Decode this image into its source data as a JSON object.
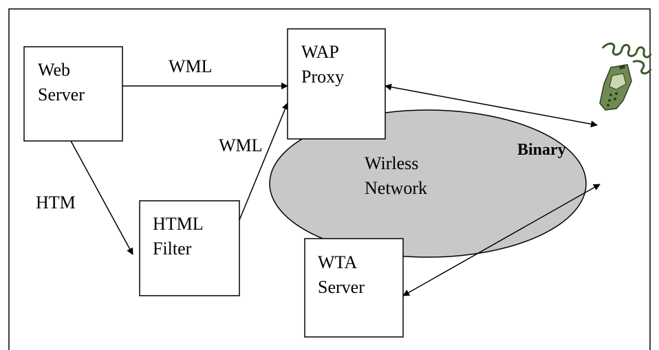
{
  "nodes": {
    "web_server": {
      "line1": "Web",
      "line2": "Server"
    },
    "wap_proxy": {
      "line1": "WAP",
      "line2": "Proxy"
    },
    "html_filter": {
      "line1": "HTML",
      "line2": "Filter"
    },
    "wta_server": {
      "line1": "WTA",
      "line2": "Server"
    },
    "wireless_network": {
      "line1": "Wirless",
      "line2": "Network"
    }
  },
  "edges": {
    "web_to_proxy_label": "WML",
    "filter_to_proxy_label": "WML",
    "web_to_filter_label": "HTM",
    "phone_link_label": "Binary"
  },
  "colors": {
    "network_fill": "#c8c8c8",
    "stroke": "#000000"
  },
  "icons": {
    "phone": "mobile-phone-icon"
  }
}
